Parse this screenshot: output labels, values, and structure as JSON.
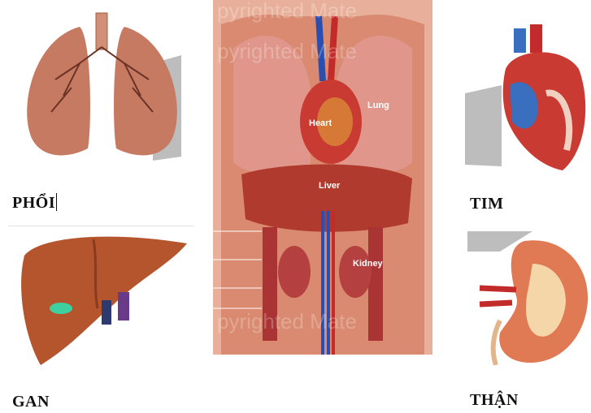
{
  "labels": {
    "lungs": "PHỔI",
    "heart": "TIM",
    "liver": "GAN",
    "kidney": "THẬN"
  },
  "torso": {
    "heart_label": "Heart",
    "lung_label": "Lung",
    "liver_label": "Liver",
    "kidney_label": "Kidney",
    "watermark_top": "pyrighted Mate",
    "watermark_mid": "pyrighted Mate",
    "watermark_bot": "pyrighted Mate"
  },
  "colors": {
    "organ_red": "#c93a32",
    "lung_pink": "#d99088",
    "liver_brown": "#b5552e",
    "shadow_gray": "#bdbdbd"
  }
}
